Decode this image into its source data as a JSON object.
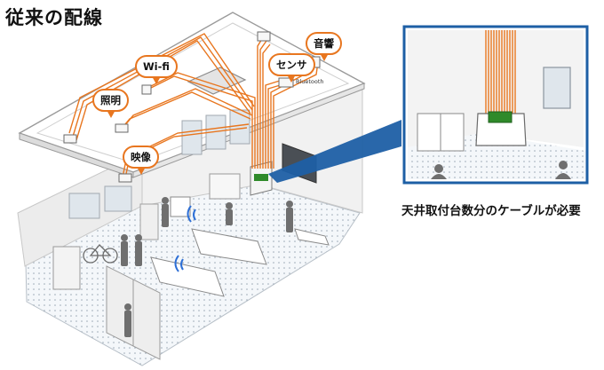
{
  "title": "従来の配線",
  "caption": "天井取付台数分のケーブルが必要",
  "labels": {
    "wifi": "Wi-fi",
    "lighting": "照明",
    "video": "映像",
    "sensor": "センサ",
    "audio": "音響"
  },
  "bluetooth_label": "Bluetooth",
  "colors": {
    "cable": "#e8761f",
    "inset_frame": "#1d5fa5",
    "floor_dots": "#9aa7b4",
    "wireless": "#2d6fd6"
  }
}
